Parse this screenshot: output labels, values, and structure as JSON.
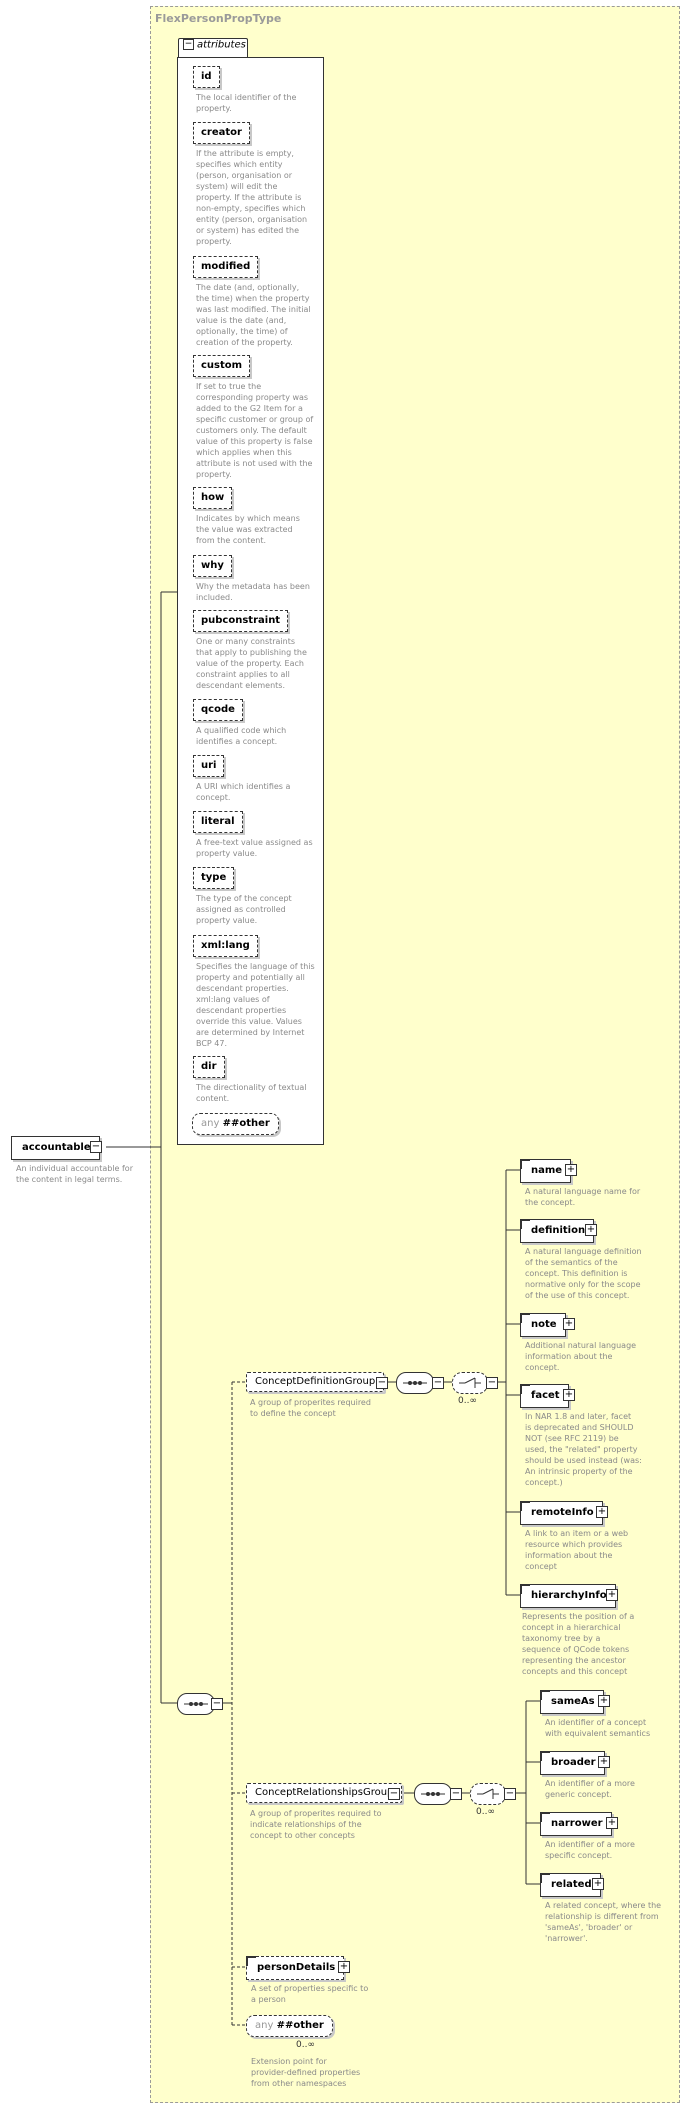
{
  "type_name": "FlexPersonPropType",
  "attributes_label": "attributes",
  "root": {
    "name": "accountable",
    "description": "An individual accountable for\nthe content in legal terms."
  },
  "attributes": [
    {
      "name": "id",
      "description": "The local identifier of the\nproperty."
    },
    {
      "name": "creator",
      "description": "If the attribute is empty,\nspecifies which entity\n(person, organisation or\nsystem) will edit the\nproperty. If the attribute is\nnon-empty, specifies which\nentity (person, organisation\nor system) has edited the\nproperty."
    },
    {
      "name": "modified",
      "description": "The date (and, optionally,\nthe time) when the property\nwas last modified. The initial\nvalue is the date (and,\noptionally, the time) of\ncreation of the property."
    },
    {
      "name": "custom",
      "description": "If set to true the\ncorresponding property was\nadded to the G2 Item for a\nspecific customer or group of\ncustomers only. The default\nvalue of this property is false\nwhich applies when this\nattribute is not used with the\nproperty."
    },
    {
      "name": "how",
      "description": "Indicates by which means\nthe value was extracted\nfrom the content."
    },
    {
      "name": "why",
      "description": "Why the metadata has been\nincluded."
    },
    {
      "name": "pubconstraint",
      "description": "One or many constraints\nthat apply to publishing the\nvalue of the property. Each\nconstraint applies to all\ndescendant elements."
    },
    {
      "name": "qcode",
      "description": "A qualified code which\nidentifies a concept."
    },
    {
      "name": "uri",
      "description": "A URI which identifies a\nconcept."
    },
    {
      "name": "literal",
      "description": "A free-text value assigned as\nproperty value."
    },
    {
      "name": "type",
      "description": "The type of the concept\nassigned as controlled\nproperty value."
    },
    {
      "name": "xml:lang",
      "description": "Specifies the language of this\nproperty and potentially all\ndescendant properties.\nxml:lang values of\ndescendant properties\noverride this value. Values\nare determined by Internet\nBCP 47."
    },
    {
      "name": "dir",
      "description": "The directionality of textual\ncontent."
    }
  ],
  "attr_any": {
    "any": "any",
    "other": "##other"
  },
  "concept_definition_group": {
    "name": "ConceptDefinitionGroup",
    "description": "A group of properites required\nto define the concept",
    "cardinality": "0..∞",
    "elements": [
      {
        "name": "name",
        "description": "A natural language name for\nthe concept."
      },
      {
        "name": "definition",
        "description": "A natural language definition\nof the semantics of the\nconcept. This definition is\nnormative only for the scope\nof the use of this concept."
      },
      {
        "name": "note",
        "description": "Additional natural language\ninformation about the\nconcept."
      },
      {
        "name": "facet",
        "description": "In NAR 1.8 and later, facet\nis deprecated and SHOULD\nNOT (see RFC 2119) be\nused, the \"related\" property\nshould be used instead (was:\nAn intrinsic property of the\nconcept.)"
      },
      {
        "name": "remoteInfo",
        "description": "A link to an item or a web\nresource which provides\ninformation about the\nconcept"
      },
      {
        "name": "hierarchyInfo",
        "description": "Represents the position of a\nconcept in a hierarchical\ntaxonomy tree by a\nsequence of QCode tokens\nrepresenting the ancestor\nconcepts and this concept"
      }
    ]
  },
  "concept_relationships_group": {
    "name": "ConceptRelationshipsGroup",
    "description": "A group of properites required to\nindicate relationships of the\nconcept to other concepts",
    "cardinality": "0..∞",
    "elements": [
      {
        "name": "sameAs",
        "description": "An identifier of a concept\nwith equivalent semantics"
      },
      {
        "name": "broader",
        "description": "An identifier of a more\ngeneric concept."
      },
      {
        "name": "narrower",
        "description": "An identifier of a more\nspecific concept."
      },
      {
        "name": "related",
        "description": "A related concept, where the\nrelationship is different from\n'sameAs', 'broader' or\n'narrower'."
      }
    ]
  },
  "person_details": {
    "name": "personDetails",
    "description": "A set of properties specific to\na person"
  },
  "extension_any": {
    "any": "any",
    "other": "##other",
    "cardinality": "0..∞",
    "description": "Extension point for\nprovider-defined properties\nfrom other namespaces"
  },
  "colors": {
    "type_bg": "#ffffcc",
    "border": "#333333",
    "desc_text": "#8a8a8a",
    "title_text": "#9a9a9a"
  }
}
